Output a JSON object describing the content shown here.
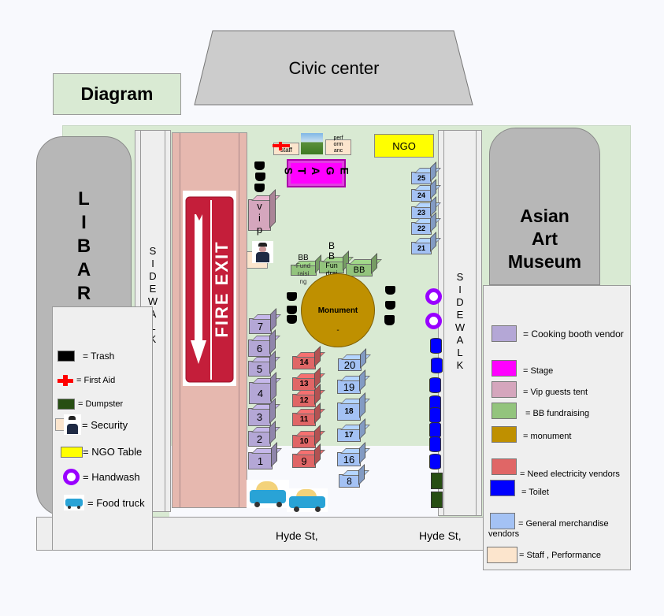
{
  "title": "Diagram",
  "buildings": {
    "civic_center": "Civic center",
    "library": [
      "L",
      "I",
      "B",
      "A",
      "R"
    ],
    "museum": [
      "Asian",
      "Art",
      "Museum"
    ]
  },
  "sidewalk_letters": [
    "S",
    "I",
    "D",
    "E",
    "W",
    "A",
    "L",
    "K"
  ],
  "streets": [
    "t,",
    "Hyde St,",
    "Hyde St,"
  ],
  "fire_exit": "FIRE EXIT",
  "stage": {
    "letters": [
      "S",
      "T",
      "A",
      "G",
      "E"
    ],
    "color": "#ff00ff"
  },
  "staff_label": "staff",
  "performance_label": [
    "perf",
    "orm",
    "anc"
  ],
  "ngo_label": "NGO",
  "vip_letters": [
    "v",
    "i",
    "p"
  ],
  "bb_booths": [
    {
      "top": "BB",
      "body": [
        "Fund",
        "raisi",
        "ng"
      ]
    },
    {
      "top": "B\nB",
      "body": [
        "Fun",
        "drai",
        "sing"
      ]
    },
    {
      "top": "",
      "body": [
        "BB"
      ]
    }
  ],
  "monument_label": "Monument",
  "monument_sub": "-",
  "cooking_booths": [
    "7",
    "6",
    "5",
    "4",
    "3",
    "2",
    "1"
  ],
  "electricity_booths": [
    "14",
    "13",
    "12",
    "11",
    "10",
    "9"
  ],
  "merch_booths_center": [
    "20",
    "19",
    "18",
    "17",
    "16",
    "8"
  ],
  "merch_booths_right": [
    "25",
    "24",
    "23",
    "22",
    "21"
  ],
  "legend_left": [
    {
      "icon": "trash-icon",
      "label": "= Trash"
    },
    {
      "icon": "first-aid-icon",
      "label": "= First Aid"
    },
    {
      "icon": "dumpster-icon",
      "label": "= Dumpster"
    },
    {
      "icon": "security-icon",
      "label": "=  Security"
    },
    {
      "icon": "ngo-table-icon",
      "label": "= NGO Table"
    },
    {
      "icon": "handwash-icon",
      "label": "= Handwash"
    },
    {
      "icon": "food-truck-icon",
      "label": "= Food truck"
    }
  ],
  "legend_right": [
    {
      "color": "#b4a7d6",
      "label": "=  Cooking booth vendor"
    },
    {
      "color": "#ff00ff",
      "label": "= Stage"
    },
    {
      "color": "#d5a6bd",
      "label": "= Vip guests tent"
    },
    {
      "color": "#93c47d",
      "label": " = BB fundraising"
    },
    {
      "color": "#bf9000",
      "label": "= monument"
    },
    {
      "color": "#e06666",
      "label": "= Need electricity vendors"
    },
    {
      "color": "#0000ff",
      "label": "= Toilet"
    },
    {
      "color": "#a4c2f4",
      "label": "= General merchandise",
      "label2": "vendors"
    },
    {
      "color": "#fce5cd",
      "label": "= Staff , Performance"
    }
  ]
}
